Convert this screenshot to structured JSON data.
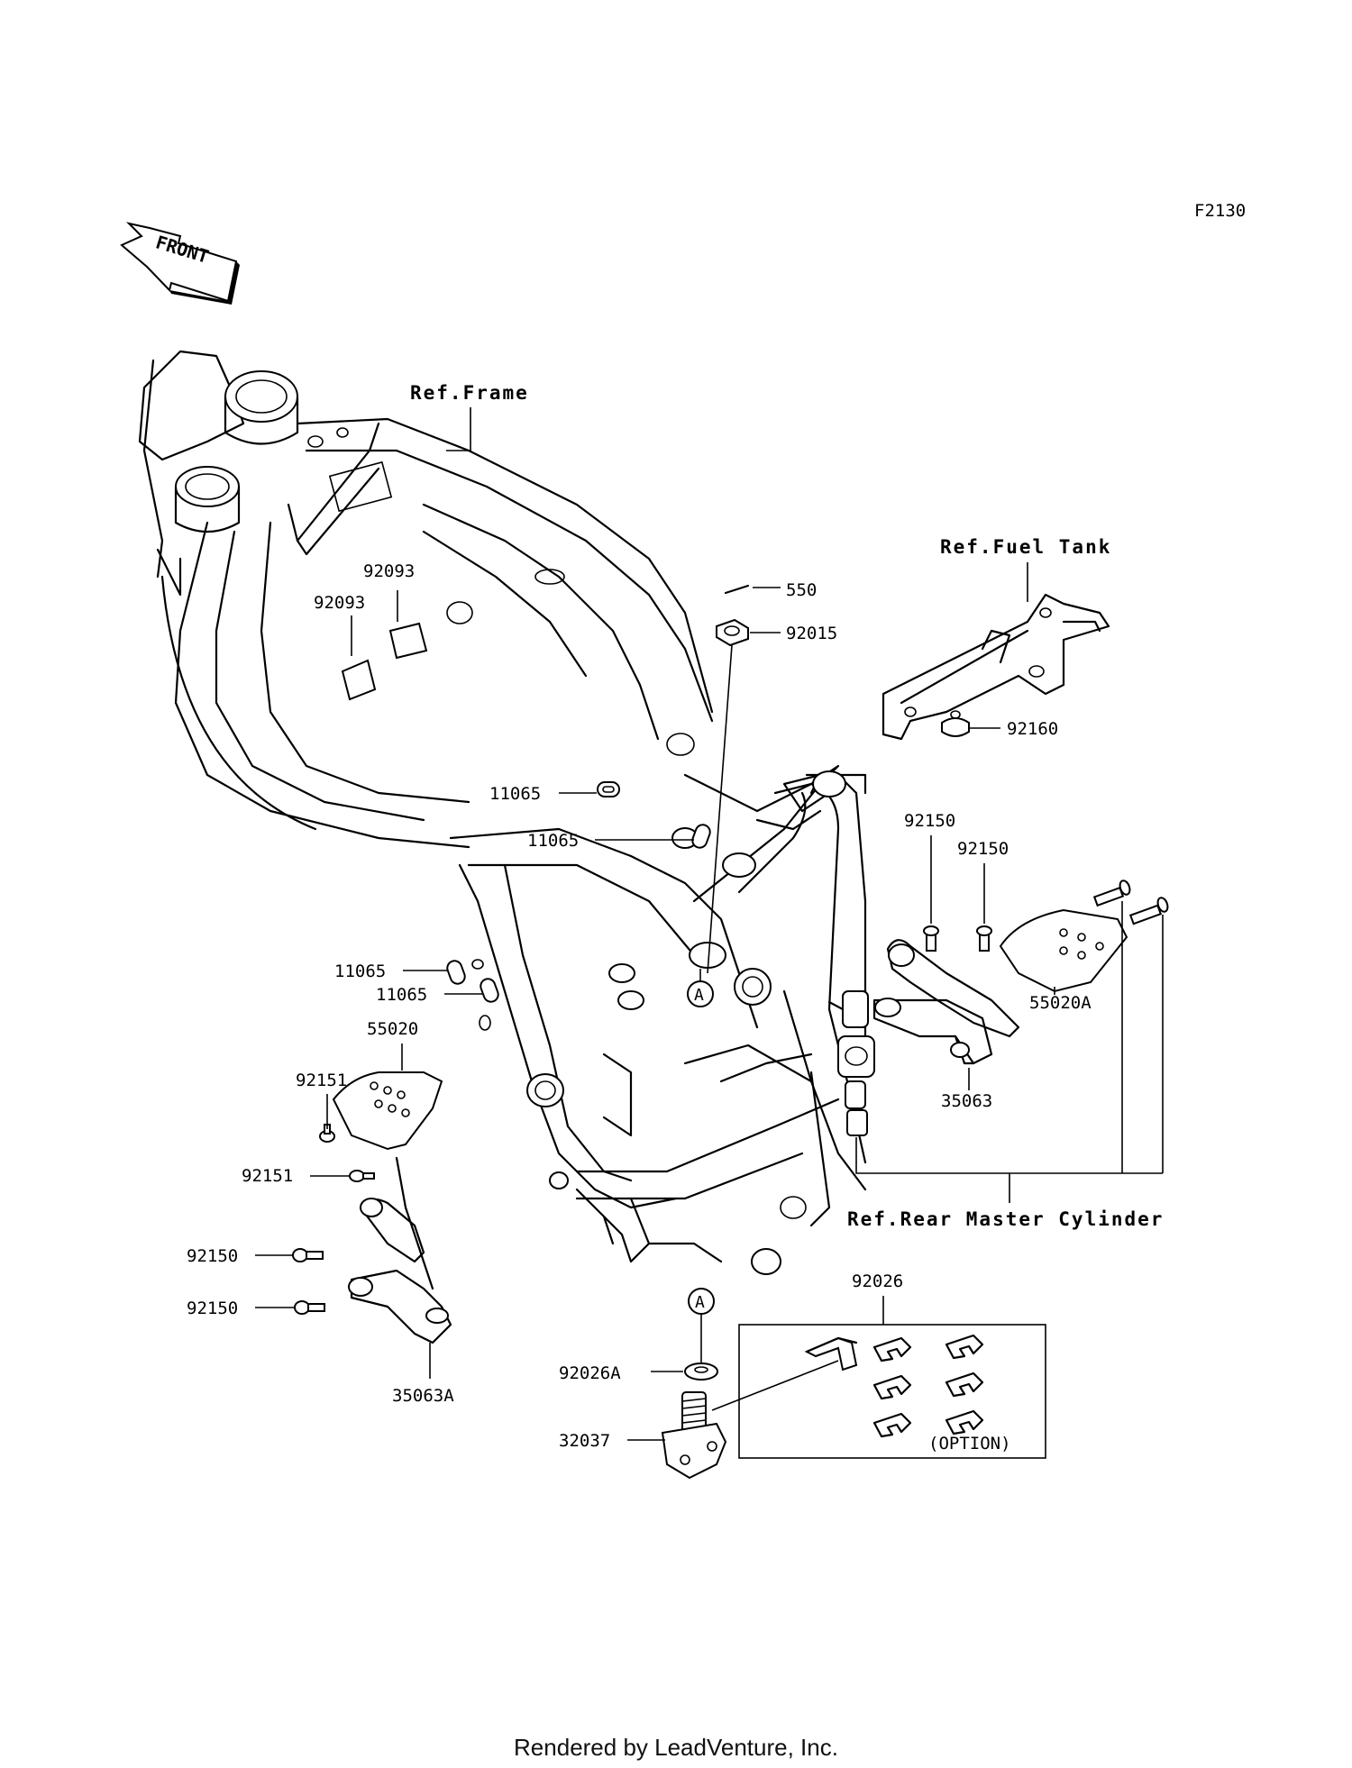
{
  "diagram_code": "F2130",
  "front_label": "FRONT",
  "footer": "Rendered by LeadVenture, Inc.",
  "references": {
    "frame": "Ref.Frame",
    "fuel_tank": "Ref.Fuel Tank",
    "rear_master_cylinder": "Ref.Rear Master Cylinder"
  },
  "option_label": "(OPTION)",
  "marker_a": "A",
  "parts": {
    "p550": "550",
    "p92015": "92015",
    "p92160": "92160",
    "p92093_upper": "92093",
    "p92093_lower": "92093",
    "p11065_1": "11065",
    "p11065_2": "11065",
    "p11065_3": "11065",
    "p11065_4": "11065",
    "p92150_right_1": "92150",
    "p92150_right_2": "92150",
    "p55020A": "55020A",
    "p35063": "35063",
    "p55020": "55020",
    "p92151_1": "92151",
    "p92151_2": "92151",
    "p92150_left_1": "92150",
    "p92150_left_2": "92150",
    "p35063A": "35063A",
    "p92026": "92026",
    "p92026A": "92026A",
    "p32037": "32037"
  }
}
